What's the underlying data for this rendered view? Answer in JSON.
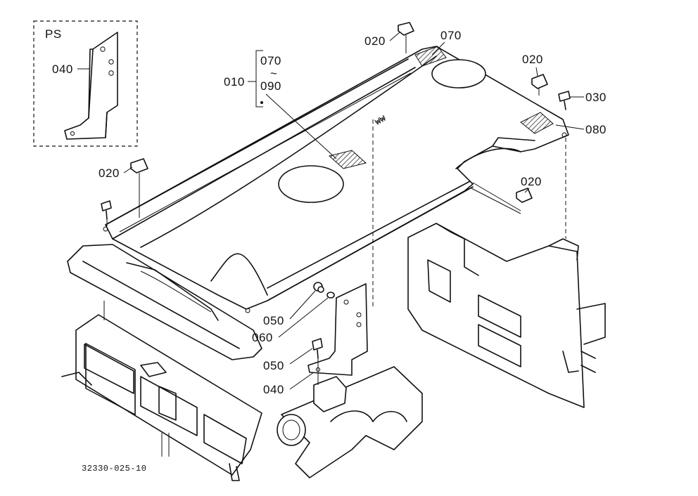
{
  "inset": {
    "title": "PS",
    "part_label": "040"
  },
  "callouts": {
    "l010": "010",
    "l070_top": "070",
    "l070_range_start": "070",
    "l_range_sep": "~",
    "l090": "090",
    "l020_top": "020",
    "l020_right_top": "020",
    "l020_left": "020",
    "l020_right_mid": "020",
    "l030": "030",
    "l080": "080",
    "l050_a": "050",
    "l060": "060",
    "l050_b": "050",
    "l040": "040"
  },
  "drawing_code": "32330-025-10"
}
